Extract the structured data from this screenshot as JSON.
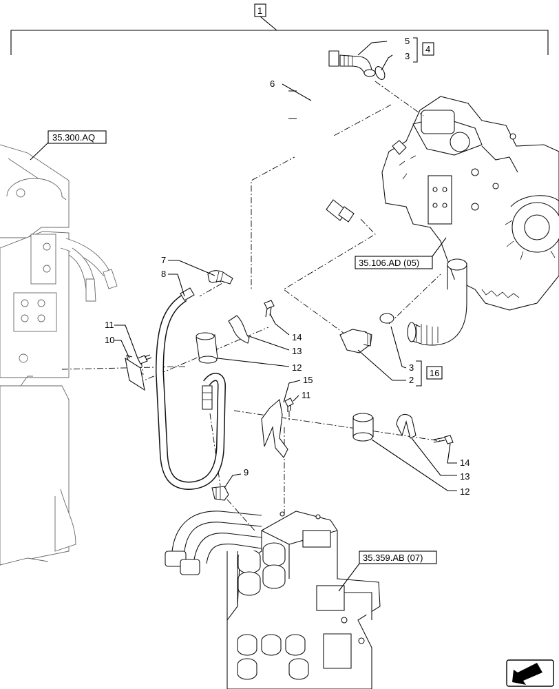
{
  "callouts": {
    "c1": "1",
    "c2": "2",
    "c3a": "3",
    "c3b": "3",
    "c4": "4",
    "c5": "5",
    "c6": "6",
    "c7": "7",
    "c8": "8",
    "c9": "9",
    "c10": "10",
    "c11a": "11",
    "c11b": "11",
    "c12a": "12",
    "c12b": "12",
    "c13a": "13",
    "c13b": "13",
    "c14a": "14",
    "c14b": "14",
    "c15": "15",
    "c16": "16"
  },
  "references": {
    "ref_left": "35.300.AQ",
    "ref_pump": "35.106.AD (05)",
    "ref_valve": "35.359.AB (07)"
  },
  "icons": {
    "nav": "arrow-icon"
  }
}
